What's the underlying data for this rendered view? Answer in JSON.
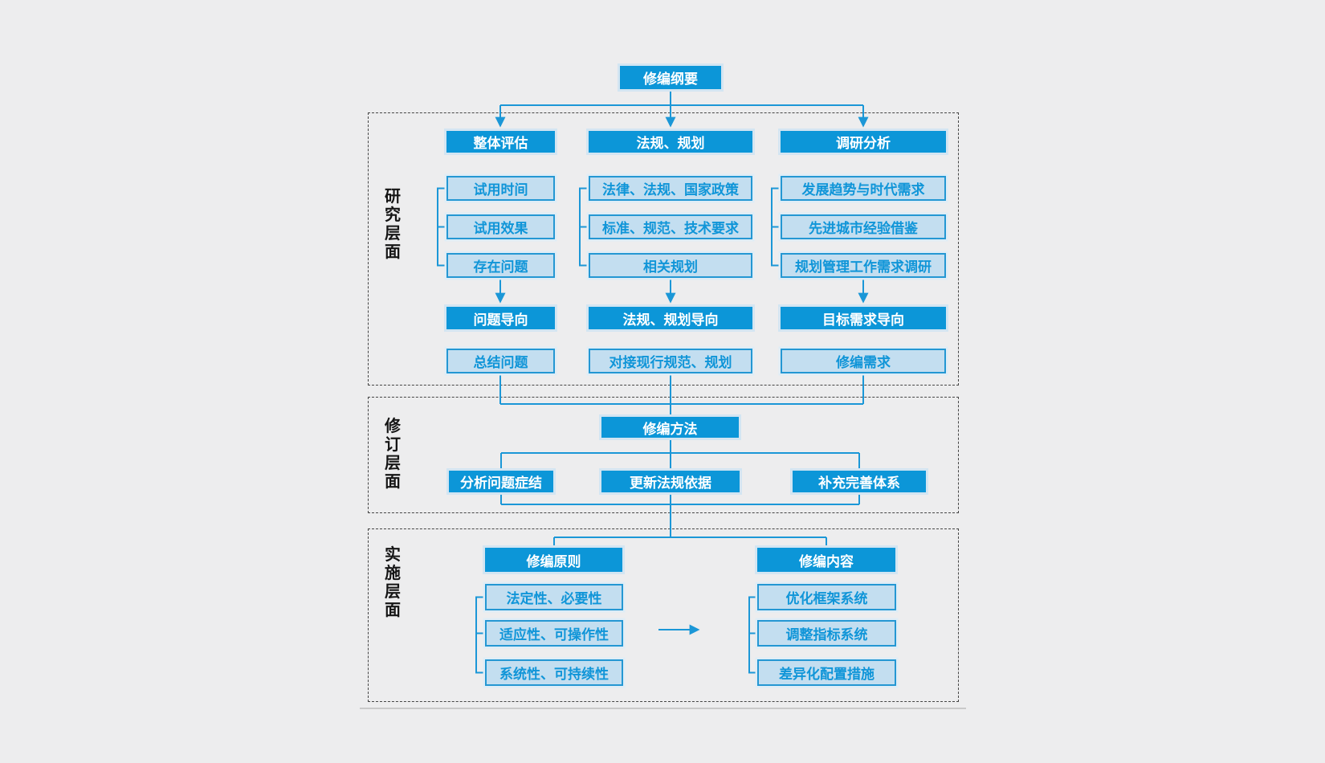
{
  "diagram": {
    "root": {
      "label": "修编纲要"
    },
    "sections": [
      {
        "label": "研究层面",
        "columns": [
          {
            "header": "整体评估",
            "items": [
              "试用时间",
              "试用效果",
              "存在问题"
            ],
            "orientation": "问题导向",
            "result": "总结问题"
          },
          {
            "header": "法规、规划",
            "items": [
              "法律、法规、国家政策",
              "标准、规范、技术要求",
              "相关规划"
            ],
            "orientation": "法规、规划导向",
            "result": "对接现行规范、规划"
          },
          {
            "header": "调研分析",
            "items": [
              "发展趋势与时代需求",
              "先进城市经验借鉴",
              "规划管理工作需求调研"
            ],
            "orientation": "目标需求导向",
            "result": "修编需求"
          }
        ]
      },
      {
        "label": "修订层面",
        "method": "修编方法",
        "branches": [
          "分析问题症结",
          "更新法规依据",
          "补充完善体系"
        ]
      },
      {
        "label": "实施层面",
        "groups": [
          {
            "header": "修编原则",
            "items": [
              "法定性、必要性",
              "适应性、可操作性",
              "系统性、可持续性"
            ]
          },
          {
            "header": "修编内容",
            "items": [
              "优化框架系统",
              "调整指标系统",
              "差异化配置措施"
            ]
          }
        ]
      }
    ]
  },
  "colors": {
    "accent_dark": "#0c96d8",
    "light_fill": "#c3def0",
    "light_border": "#2497d3",
    "light_text": "#1095d8",
    "wire": "#1b97d7",
    "section_border": "#454545",
    "background": "#ededee"
  }
}
